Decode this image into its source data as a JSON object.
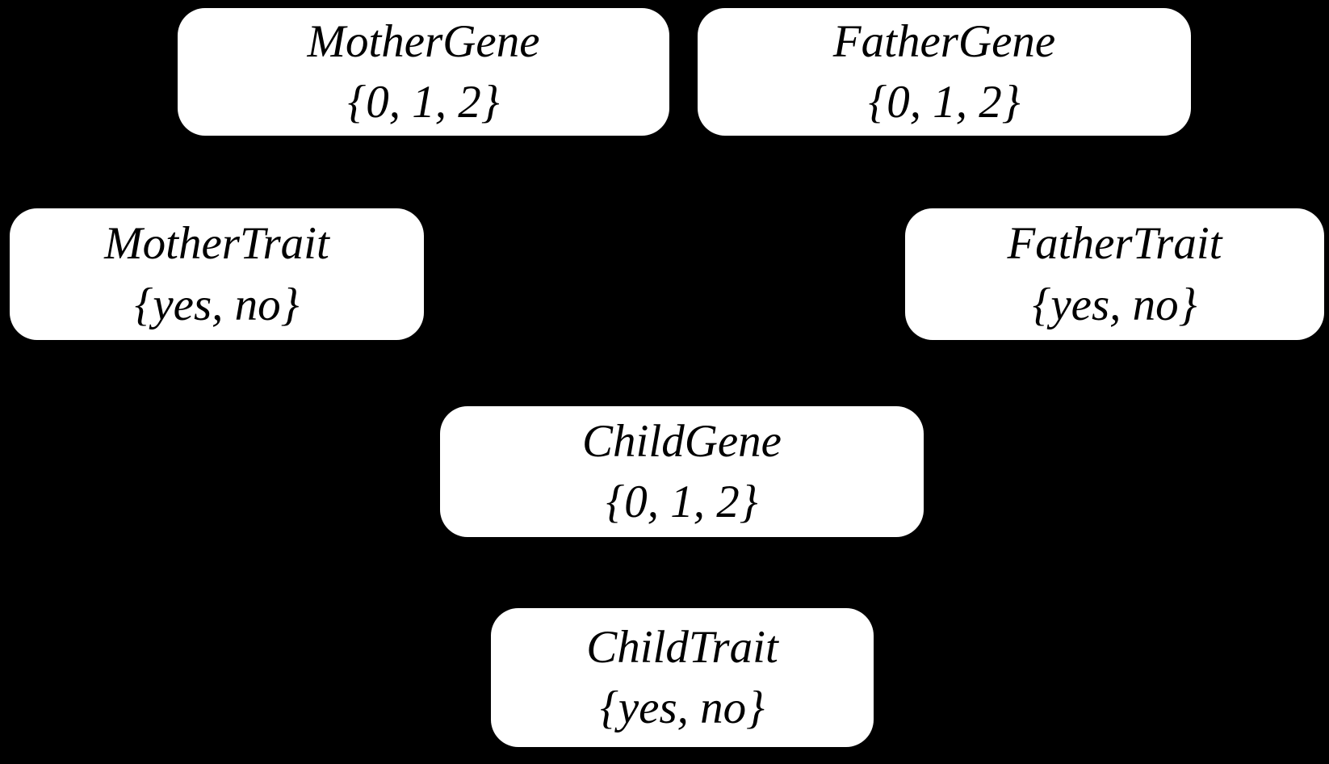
{
  "diagram": {
    "background_color": "#000000",
    "node_fill_color": "#ffffff",
    "node_text_color": "#000000",
    "nodes": [
      {
        "id": "mother-gene",
        "label": "MotherGene",
        "domain": "{0, 1, 2}"
      },
      {
        "id": "father-gene",
        "label": "FatherGene",
        "domain": "{0, 1, 2}"
      },
      {
        "id": "mother-trait",
        "label": "MotherTrait",
        "domain": "{yes, no}"
      },
      {
        "id": "father-trait",
        "label": "FatherTrait",
        "domain": "{yes, no}"
      },
      {
        "id": "child-gene",
        "label": "ChildGene",
        "domain": "{0, 1, 2}"
      },
      {
        "id": "child-trait",
        "label": "ChildTrait",
        "domain": "{yes, no}"
      }
    ]
  }
}
